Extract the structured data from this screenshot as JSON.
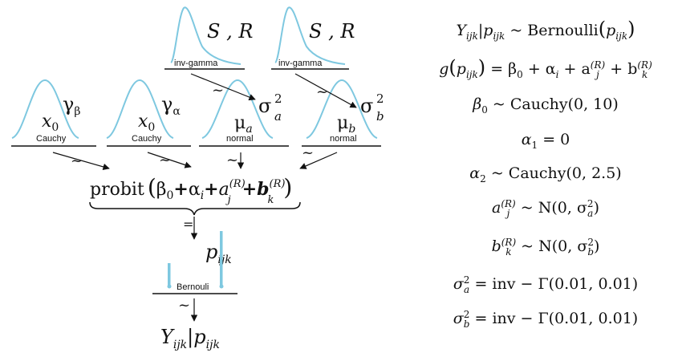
{
  "diagram": {
    "priors": {
      "ig_left": {
        "label": "inv-gamma",
        "params": "S , R"
      },
      "ig_right": {
        "label": "inv-gamma",
        "params": "S , R"
      },
      "cauchy_beta": {
        "label": "Cauchy",
        "x0": "x",
        "x0_sub": "0",
        "gamma": "γ",
        "gamma_sub": "β"
      },
      "cauchy_alpha": {
        "label": "Cauchy",
        "x0": "x",
        "x0_sub": "0",
        "gamma": "γ",
        "gamma_sub": "α"
      },
      "normal_a": {
        "label": "normal",
        "mu": "μ",
        "mu_sub": "a",
        "sigma": "σ",
        "sigma_sup": "2",
        "sigma_sub": "a"
      },
      "normal_b": {
        "label": "normal",
        "mu": "μ",
        "mu_sub": "b",
        "sigma": "σ",
        "sigma_sup": "2",
        "sigma_sub": "b"
      }
    },
    "tilde": "~",
    "equals": "=",
    "probit": {
      "fn": "probit",
      "beta": "β",
      "beta_sub": "0",
      "plus": "+",
      "alpha": "α",
      "alpha_sub": "i",
      "a": "a",
      "a_sup": "(R)",
      "a_sub": "j",
      "b": "b",
      "b_sup": "(R)",
      "b_sub": "k",
      "open": "(",
      "close": ")"
    },
    "p": {
      "sym": "p",
      "sub": "ijk"
    },
    "bernoulli": {
      "label": "Bernouli"
    },
    "y": {
      "sym": "Y",
      "sub": "ijk",
      "bar": "|",
      "p": "p",
      "p_sub": "ijk"
    },
    "colors": {
      "curve": "#7ec8e0",
      "ink": "#111111"
    }
  },
  "equations": {
    "e1": {
      "lhs": "Y",
      "lhs_sub": "ijk",
      "bar": "|p",
      "bar_sub": "ijk",
      "rel": " ~ Bernoulli",
      "open": "(",
      "p": "p",
      "p_sub": "ijk",
      "close": ")"
    },
    "e2": {
      "g": "g",
      "open": "(",
      "p": "p",
      "p_sub": "ijk",
      "close": ")",
      "mid": " = β",
      "beta_sub": "0",
      "plus1": " + α",
      "alpha_sub": "i",
      "plus2": " + a",
      "a_sub": "j",
      "a_sup": "(R)",
      "plus3": " + b",
      "b_sub": "k",
      "b_sup": "(R)"
    },
    "e3": {
      "sym": "β",
      "sub": "0",
      "rhs": " ~ Cauchy(0, 10)"
    },
    "e4": {
      "sym": "α",
      "sub": "1",
      "rhs": " =  0"
    },
    "e5": {
      "sym": "α",
      "sub": "2",
      "rhs": " ~ Cauchy(0, 2.5)"
    },
    "e6": {
      "sym": "a",
      "sub": "j",
      "sup": "(R)",
      "rhs": " ~ N(0, σ",
      "rhs_sub": "a",
      "rhs_sup": "2",
      "end": ")"
    },
    "e7": {
      "sym": "b",
      "sub": "k",
      "sup": "(R)",
      "rhs": " ~ N(0, σ",
      "rhs_sub": "b",
      "rhs_sup": "2",
      "end": ")"
    },
    "e8": {
      "sym": "σ",
      "sub": "a",
      "sup": "2",
      "rhs": " = inv − Γ(0.01, 0.01)"
    },
    "e9": {
      "sym": "σ",
      "sub": "b",
      "sup": "2",
      "rhs": " = inv − Γ(0.01, 0.01)"
    }
  }
}
